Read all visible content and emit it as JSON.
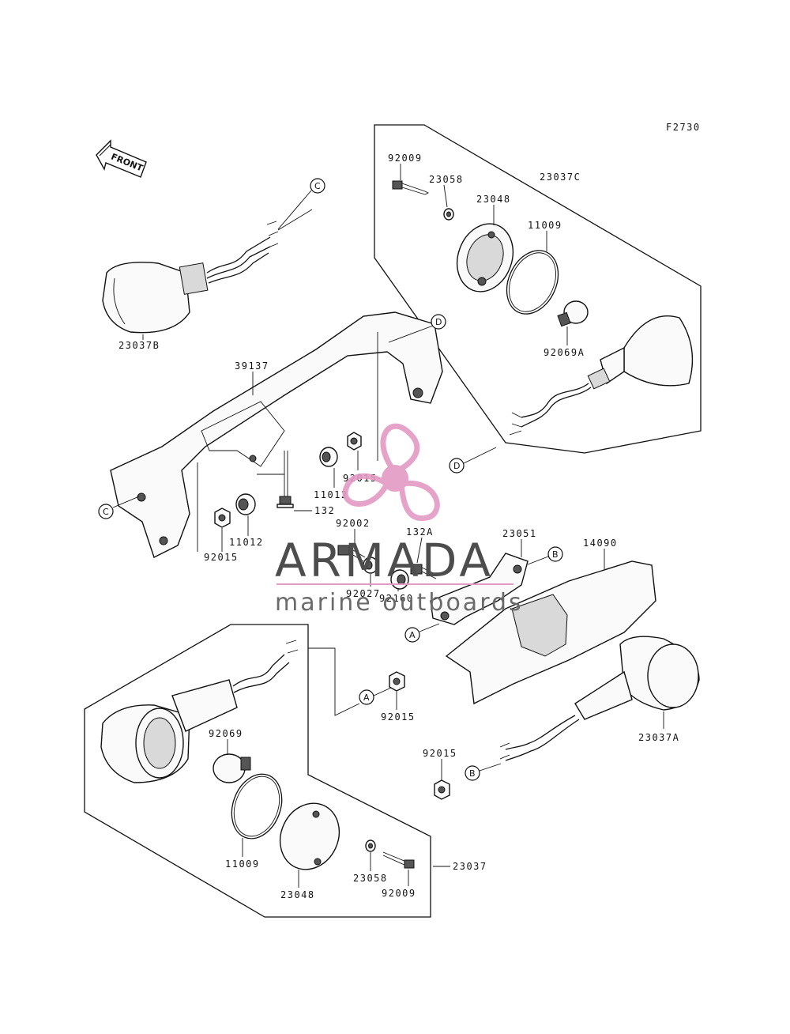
{
  "figure_code": "F2730",
  "front_label": "FRONT",
  "watermark": {
    "brand": "ARMADA",
    "tagline": "marine outboards",
    "logo_color": "#e39ac4",
    "text_color": "#4d4d4d"
  },
  "callouts": {
    "c_top": "C",
    "c_left": "C",
    "d_top": "D",
    "d_right": "D",
    "b_top": "B",
    "b_bottom": "B",
    "a_top": "A",
    "a_bottom": "A"
  },
  "part_numbers": {
    "p92009_top": "92009",
    "p23058_top": "23058",
    "p23048_top": "23048",
    "p23037c": "23037C",
    "p11009_top": "11009",
    "p92069a": "92069A",
    "p23037b": "23037B",
    "p39137": "39137",
    "p92015_mid": "92015",
    "p11012_mid": "11012",
    "p132": "132",
    "p92015_left": "92015",
    "p11012_left": "11012",
    "p92002": "92002",
    "p132a": "132A",
    "p23051": "23051",
    "p14090": "14090",
    "p92027": "92027",
    "p92160": "92160",
    "p92015_a": "92015",
    "p23037a": "23037A",
    "p92069": "92069",
    "p92015_b": "92015",
    "p11009_bot": "11009",
    "p23048_bot": "23048",
    "p23058_bot": "23058",
    "p92009_bot": "92009",
    "p23037": "23037"
  }
}
